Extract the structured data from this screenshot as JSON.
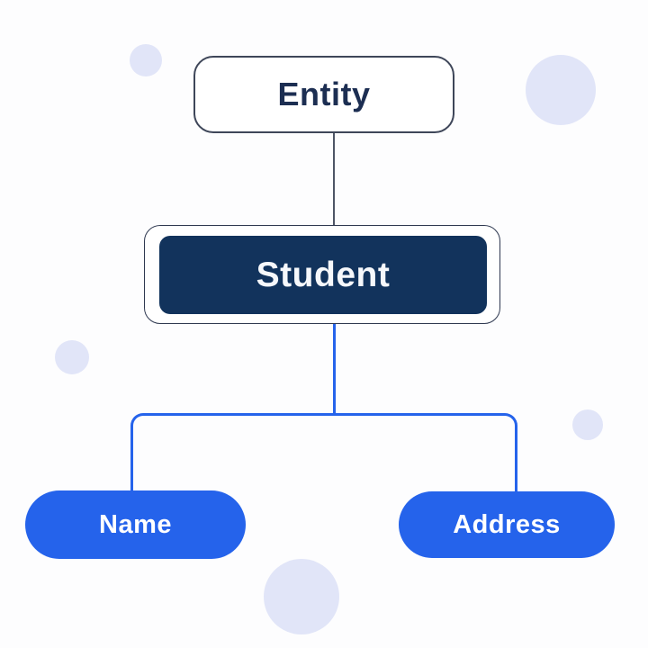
{
  "diagram": {
    "type": "entity-attribute-diagram",
    "nodes": [
      {
        "id": "entity",
        "label": "Entity",
        "style": "outlined-white"
      },
      {
        "id": "student",
        "label": "Student",
        "style": "filled-navy-in-white-frame"
      },
      {
        "id": "name",
        "label": "Name",
        "style": "blue-pill"
      },
      {
        "id": "address",
        "label": "Address",
        "style": "blue-pill"
      }
    ],
    "edges": [
      {
        "from": "entity",
        "to": "student",
        "line_color": "#4e5566"
      },
      {
        "from": "student",
        "to": "name",
        "line_color": "#2563eb"
      },
      {
        "from": "student",
        "to": "address",
        "line_color": "#2563eb"
      }
    ],
    "colors": {
      "accent_blue": "#2563eb",
      "navy_fill": "#12335c",
      "dark_text": "#1c2e52",
      "dark_line": "#4e5566",
      "node_border": "#3e4659",
      "decorative_circle": "#e1e5f8",
      "background": "#fdfdfe"
    }
  }
}
